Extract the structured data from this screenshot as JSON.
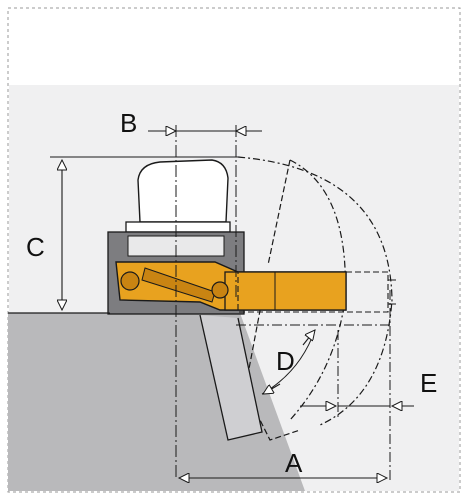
{
  "labels": {
    "A": "A",
    "B": "B",
    "C": "C",
    "D": "D",
    "E": "E"
  },
  "colors": {
    "background": "#f0f0f1",
    "ground": "#b9b9bb",
    "gripper": "#e8a21f",
    "gripper_dark": "#c98412",
    "line": "#1a1a1a"
  }
}
